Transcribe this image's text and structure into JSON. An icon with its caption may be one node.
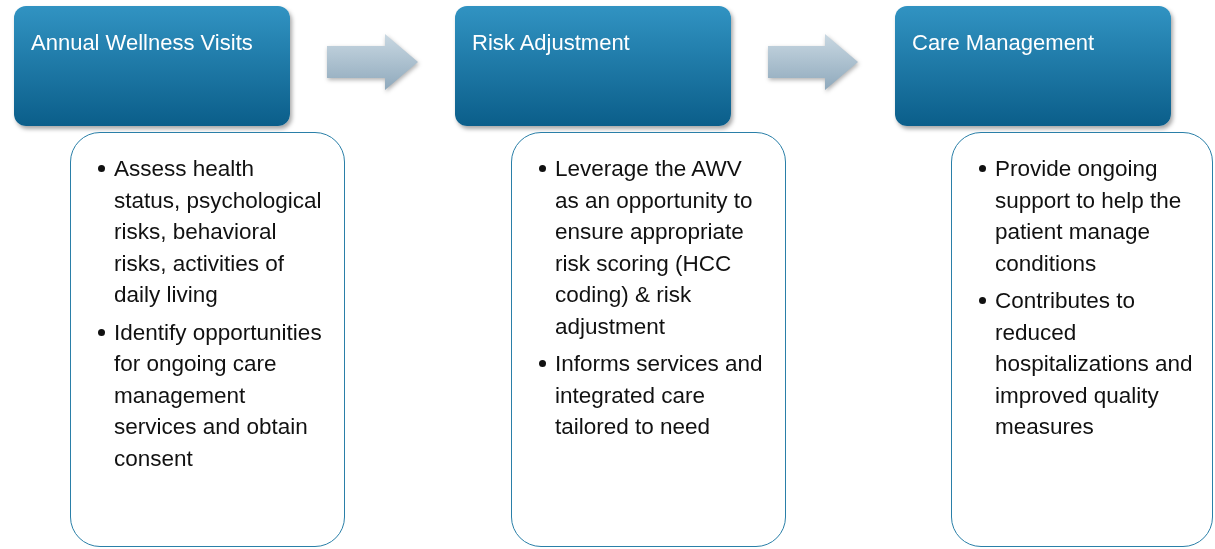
{
  "diagram": {
    "nodes": [
      {
        "text": [
          "Annual Wellness Visits"
        ]
      },
      {
        "text": [
          "Assess health status, psychological risks, behavioral risks, activities of daily living",
          "Identify opportunities for ongoing care management services and obtain consent"
        ]
      },
      {
        "text": [
          "Risk Adjustment"
        ]
      },
      {
        "text": [
          "Leverage the AWV as an opportunity to ensure appropriate risk scoring (HCC coding) & risk adjustment",
          "Informs services and integrated care tailored to need"
        ]
      },
      {
        "text": [
          "Care Management"
        ]
      },
      {
        "text": [
          "Provide ongoing support to help the patient manage conditions",
          "Contributes to reduced hospitalizations and improved quality measures"
        ]
      }
    ],
    "edges": [
      {
        "from": 0,
        "to": 2,
        "arrow": "to",
        "style": "thick"
      },
      {
        "from": 2,
        "to": 4,
        "arrow": "to",
        "style": "thick"
      }
    ]
  }
}
